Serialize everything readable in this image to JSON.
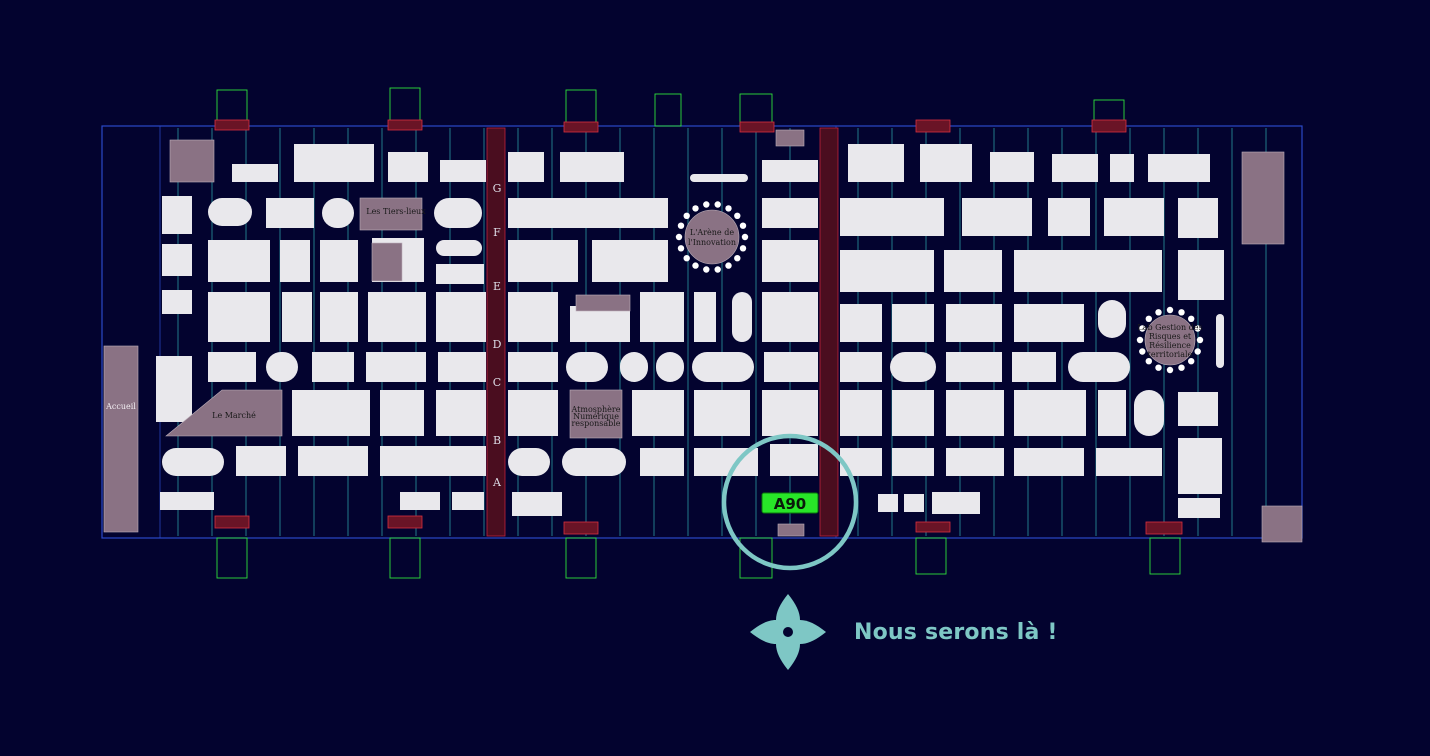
{
  "map": {
    "row_letters": [
      "G",
      "F",
      "E",
      "D",
      "C",
      "B",
      "A"
    ],
    "zones": {
      "accueil": "Accueil",
      "tiers_lieux": "Les Tiers-lieux",
      "marche": "Le Marché",
      "arene_line1": "L'Arène de",
      "arene_line2": "l'Innovation",
      "atmosphere_line1": "Atmosphère",
      "atmosphere_line2": "Numérique",
      "atmosphere_line3": "responsable",
      "lab_line1": "Lab Gestion des",
      "lab_line2": "Risques et",
      "lab_line3": "Résilience",
      "lab_line4": "territoriale"
    },
    "colors": {
      "background": "#03032f",
      "booth": "#e9e8ec",
      "zone": "#8a7284",
      "highlight_ring": "#7ec7c5",
      "booth_tag": "#28e628"
    }
  },
  "marker": {
    "booth": "A90"
  },
  "legend": {
    "icon": "compass-star-icon",
    "text": "Nous serons là !"
  }
}
